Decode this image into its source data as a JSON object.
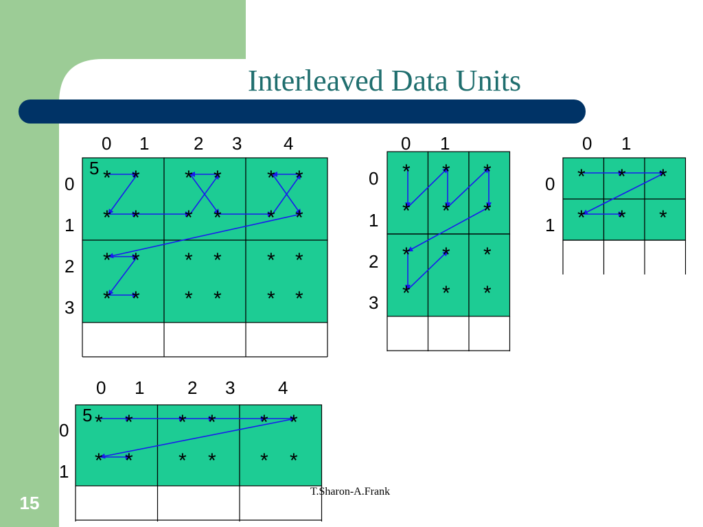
{
  "title": "Interleaved Data Units",
  "page_number": "15",
  "footer": "T.Sharon-A.Frank",
  "colors": {
    "sidebar": "#9ccc96",
    "bar": "#003366",
    "cell_fill": "#1dcc94",
    "arrow": "#1a1aee"
  },
  "star_symbol": "*",
  "figures": [
    {
      "id": "figure-a",
      "col_labels": [
        "0",
        "1",
        "2",
        "3",
        "4"
      ],
      "row_labels": [
        "0",
        "1",
        "2",
        "3"
      ],
      "start_label": "5"
    },
    {
      "id": "figure-b",
      "col_labels": [
        "0",
        "1"
      ],
      "row_labels": [
        "0",
        "1",
        "2",
        "3"
      ],
      "start_label": ""
    },
    {
      "id": "figure-c",
      "col_labels": [
        "0",
        "1"
      ],
      "row_labels": [
        "0",
        "1"
      ],
      "start_label": ""
    },
    {
      "id": "figure-d",
      "col_labels": [
        "0",
        "1",
        "2",
        "3",
        "4"
      ],
      "row_labels": [
        "0",
        "1"
      ],
      "start_label": "5"
    }
  ]
}
